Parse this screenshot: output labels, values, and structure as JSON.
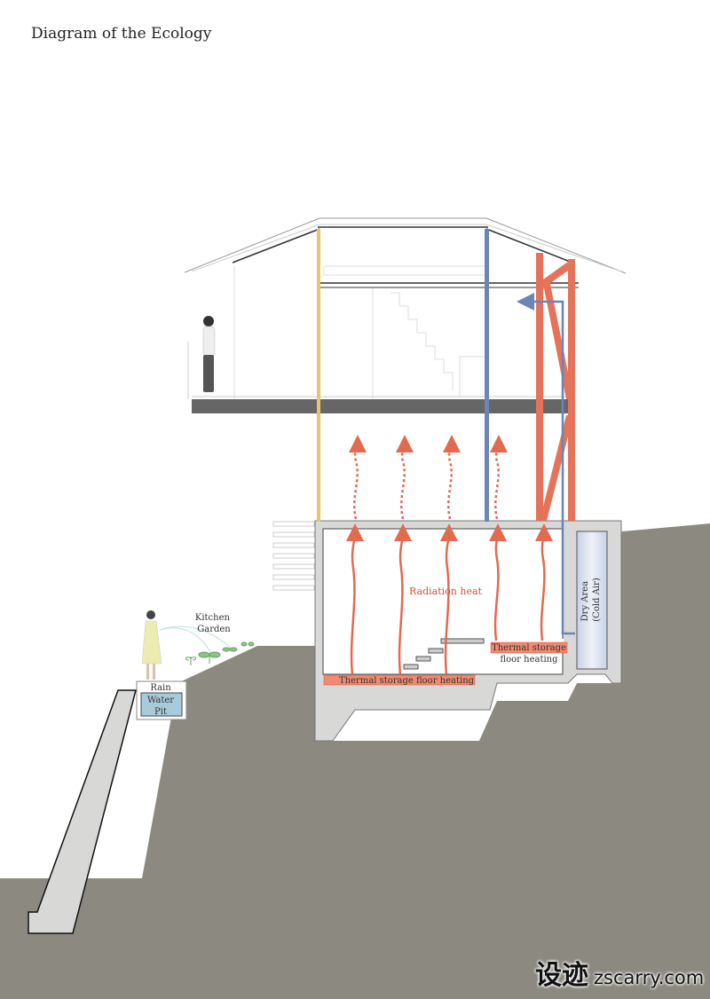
{
  "title": "Diagram of the Ecology",
  "labels": {
    "kitchen_garden_line1": "Kitchen",
    "kitchen_garden_line2": "Garden",
    "rain": "Rain",
    "water": "Water",
    "pit": "Pit",
    "radiation_heat": "Radiation heat",
    "thermal_storage_floor_heating": "Thermal storage floor heating",
    "thermal_storage": "Thermal storage",
    "floor_heating": "floor heating",
    "dry_area_line1": "Dry Area",
    "dry_area_line2": "(Cold Air)"
  },
  "watermark": {
    "chinese": "设迹",
    "site": "zscarry.com"
  },
  "colors": {
    "ground": "#8c8a80",
    "concrete": "#d8d8d6",
    "heat": "#e26a4f",
    "heat_band": "#f08a70",
    "cold_air": "#6a86b8",
    "yellow_column": "#e9c56a",
    "floor_slab": "#666666",
    "water": "#a8cbdc"
  }
}
